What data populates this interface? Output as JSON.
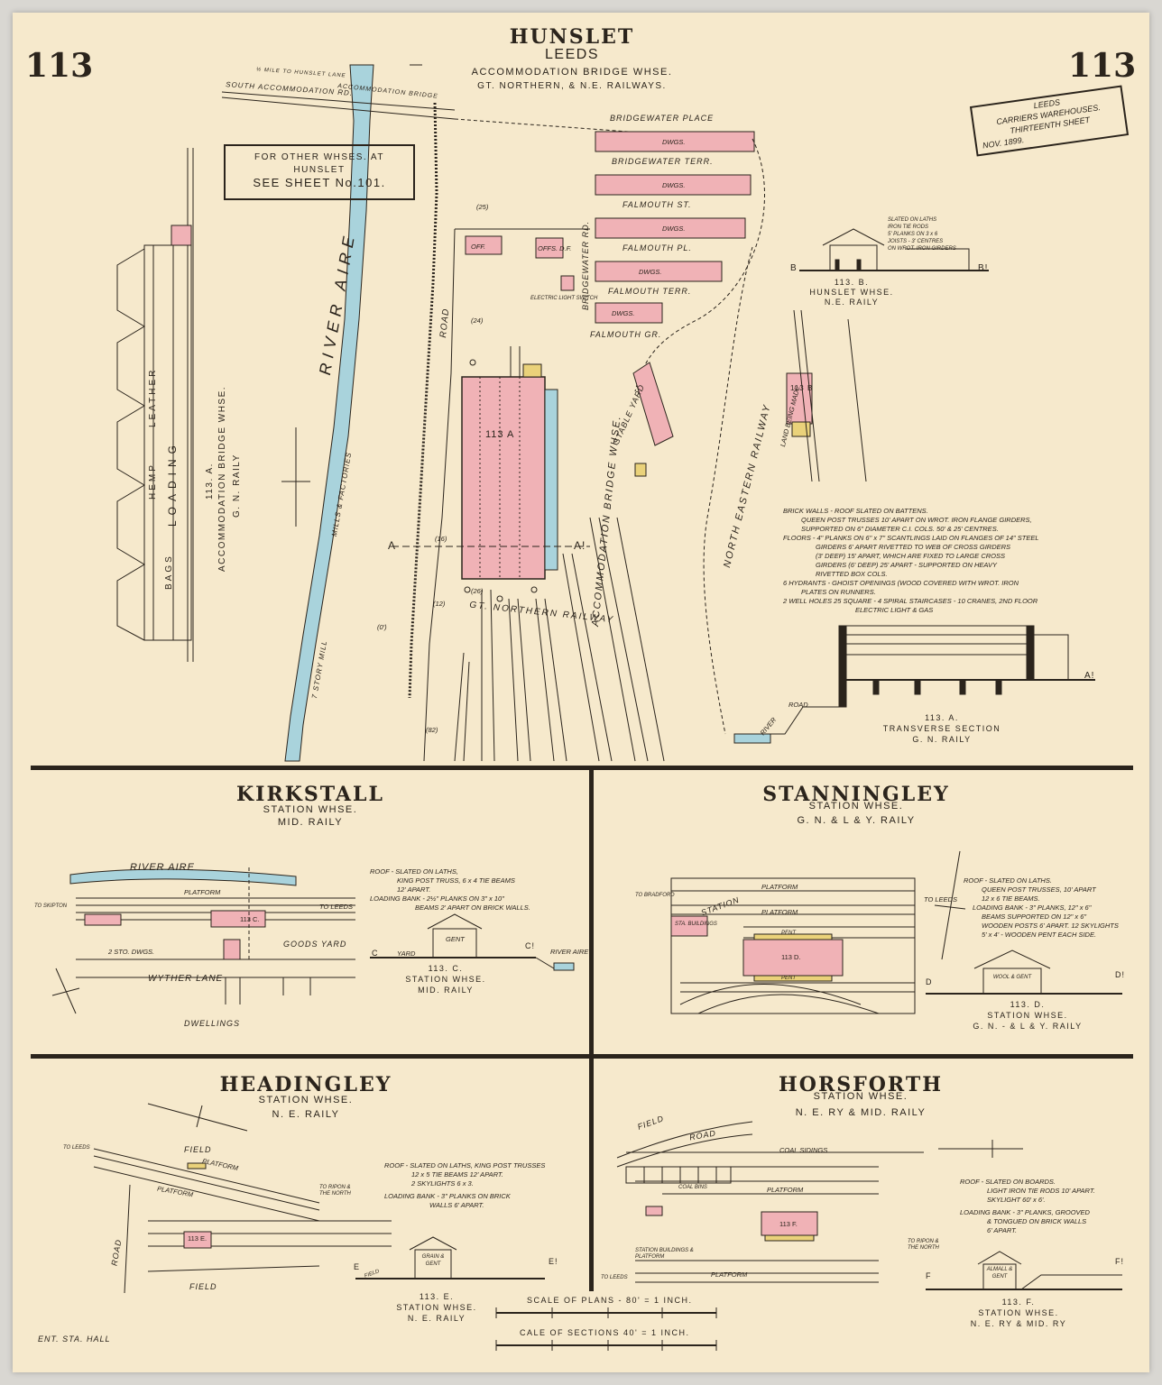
{
  "sheet_number": "113",
  "main": {
    "title": "HUNSLET",
    "subtitle": "LEEDS",
    "line1": "ACCOMMODATION BRIDGE WHSE.",
    "line2": "GT. NORTHERN, & N.E. RAILWAYS.",
    "leeds_box": [
      "LEEDS",
      "CARRIERS WAREHOUSES.",
      "THIRTEENTH SHEET",
      "NOV. 1899."
    ],
    "other_whses_box": [
      "FOR OTHER WHSES. AT",
      "HUNSLET",
      "SEE SHEET No.101."
    ],
    "streets": [
      "BRIDGEWATER PLACE",
      "BRIDGEWATER TERR.",
      "FALMOUTH ST.",
      "FALMOUTH PL.",
      "FALMOUTH TERR.",
      "FALMOUTH GR."
    ],
    "dwgs": "DWGS.",
    "labels": {
      "south_rd": "SOUTH ACCOMMODATION RD.",
      "acc_bridge": "ACCOMMODATION BRIDGE",
      "mile": "½ MILE TO HUNSLET LANE",
      "river": "RIVER AIRE",
      "road": "ROAD",
      "bridgewater_rd": "BRIDGEWATER RD.",
      "acc_whse": "ACCOMMODATION BRIDGE WHSE.",
      "stable": "STABLE YARD",
      "ner": "NORTH EASTERN RAILWAY",
      "land": "LAND BEING MADE",
      "gnr": "GT. NORTHERN RAILWAY",
      "mills": "MILLS & FACTORIES",
      "story": "7 STORY MILL",
      "bldg": "113 A",
      "bldg_b": "113 B",
      "off": "OFF.",
      "offs": "OFFS. D.F.",
      "elec": "ELECTRIC LIGHT SWITCH",
      "n25": "(25)",
      "n24": "(24)",
      "n26": "(26)",
      "n12": "(12)",
      "n82": "(82)",
      "n0": "(0')",
      "n16": "(16)",
      "sec_a": "A",
      "sec_a2": "A!"
    },
    "elevation_labels": [
      "BAGS",
      "HEMP",
      "LOADING",
      "LEATHER"
    ],
    "elevation_caption": [
      "113. A.",
      "ACCOMMODATION BRIDGE WHSE.",
      "G. N. RAILY"
    ],
    "section_b": {
      "note": [
        "SLATED ON LATHS",
        "IRON TIE RODS",
        "5' PLANKS ON 3 x 6",
        "JOISTS - 3' CENTRES",
        "ON WROT. IRON GIRDERS"
      ],
      "caption": [
        "113. B.",
        "HUNSLET WHSE.",
        "N.E. RAILY"
      ],
      "b": "B",
      "b2": "B!"
    },
    "notes": [
      "BRICK WALLS - ROOF SLATED ON BATTENS.",
      "QUEEN POST TRUSSES 10' APART ON WROT. IRON FLANGE GIRDERS,",
      "SUPPORTED ON 6\" DIAMETER C.I. COLS. 50' & 25' CENTRES.",
      "FLOORS - 4\" PLANKS ON 6\" x 7\" SCANTLINGS LAID ON FLANGES OF 14\" STEEL",
      "GIRDERS 6' APART RIVETTED TO WEB OF CROSS GIRDERS",
      "(3' DEEP) 15' APART, WHICH ARE FIXED TO LARGE CROSS",
      "GIRDERS (6' DEEP) 25' APART - SUPPORTED ON HEAVY",
      "RIVETTED BOX COLS.",
      "6 HYDRANTS - GHOIST OPENINGS (WOOD COVERED WITH WROT. IRON",
      "PLATES ON RUNNERS.",
      "2 WELL HOLES 25 SQUARE - 4 SPIRAL STAIRCASES - 10 CRANES, 2ND FLOOR",
      "ELECTRIC LIGHT & GAS"
    ],
    "transverse_caption": [
      "113. A.",
      "TRANSVERSE SECTION",
      "G. N. RAILY"
    ],
    "river_small": "RIVER",
    "road_small": "ROAD"
  },
  "kirkstall": {
    "title": "KIRKSTALL",
    "sub1": "STATION WHSE.",
    "sub2": "MID. RAILY",
    "river": "RIVER AIRE",
    "platform": "PLATFORM",
    "to_leeds": "TO LEEDS",
    "to_skipton": "TO SKIPTON",
    "goods_yard": "GOODS YARD",
    "wyther_lane": "WYTHER LANE",
    "dwellings": "DWELLINGS",
    "dwgs": "2 STO. DWGS.",
    "bldg": "113 C.",
    "notes": [
      "ROOF - SLATED ON LATHS,",
      "KING POST TRUSS, 6 x 4 TIE BEAMS",
      "12' APART.",
      "LOADING BANK - 2½\" PLANKS ON 3\" x 10\"",
      "BEAMS 2' APART ON BRICK WALLS."
    ],
    "caption": [
      "113. C.",
      "STATION WHSE.",
      "MID. RAILY"
    ],
    "c": "C",
    "c2": "C!",
    "yard": "YARD",
    "gent": "GENT",
    "river_small": "RIVER AIRE"
  },
  "stanningley": {
    "title": "STANNINGLEY",
    "sub1": "STATION WHSE.",
    "sub2": "G. N. & L & Y. RAILY",
    "platform": "PLATFORM",
    "station": "STATION",
    "to_bradford": "TO BRADFORD",
    "to_leeds": "TO LEEDS",
    "bldg": "113 D.",
    "pent": "PENT",
    "bldgs": "STA. BUILDINGS",
    "notes": [
      "ROOF - SLATED ON LATHS.",
      "QUEEN POST TRUSSES, 10' APART",
      "12 x 6 TIE BEAMS.",
      "LOADING BANK - 3\" PLANKS, 12\" x 6\"",
      "BEAMS SUPPORTED ON 12\" x 6\"",
      "WOODEN POSTS 6' APART. 12 SKYLIGHTS",
      "5' x 4' - WOODEN PENT EACH SIDE."
    ],
    "caption": [
      "113. D.",
      "STATION WHSE.",
      "G. N. - & L & Y. RAILY"
    ],
    "d": "D",
    "d2": "D!",
    "gent": "WOOL & GENT"
  },
  "headingley": {
    "title": "HEADINGLEY",
    "sub1": "STATION WHSE.",
    "sub2": "N. E. RAILY",
    "field": "FIELD",
    "field2": "FIELD",
    "road": "ROAD",
    "to_leeds": "TO LEEDS",
    "to_ripon": "TO RIPON & THE NORTH",
    "platform": "PLATFORM",
    "bldg": "113 E.",
    "notes": [
      "ROOF - SLATED ON LATHS, KING POST TRUSSES",
      "12 x 5 TIE BEAMS 12' APART.",
      "2 SKYLIGHTS 6 x 3.",
      "LOADING BANK - 3\" PLANKS ON BRICK",
      "WALLS 6' APART."
    ],
    "caption": [
      "113. E.",
      "STATION WHSE.",
      "N. E. RAILY"
    ],
    "e": "E",
    "e2": "E!",
    "gent": "GRAIN & GENT",
    "field_small": "FIELD"
  },
  "horsforth": {
    "title": "HORSFORTH",
    "sub1": "STATION WHSE.",
    "sub2": "N. E. RY & MID. RAILY",
    "field": "FIELD",
    "road": "ROAD",
    "coal_sidings": "COAL SIDINGS",
    "coal_bins": "COAL BINS",
    "platform": "PLATFORM",
    "platform2": "PLATFORM",
    "sta_bldgs": "STATION BUILDINGS & PLATFORM",
    "to_leeds": "TO LEEDS",
    "to_ripon": "TO RIPON & THE NORTH",
    "bldg": "113 F.",
    "notes": [
      "ROOF - SLATED ON BOARDS.",
      "LIGHT IRON TIE RODS 10' APART.",
      "SKYLIGHT 60' x 6'.",
      "LOADING BANK - 3\" PLANKS, GROOVED",
      "& TONGUED ON BRICK WALLS",
      "6' APART."
    ],
    "caption": [
      "113. F.",
      "STATION WHSE.",
      "N. E. RY & MID. RY"
    ],
    "f": "F",
    "f2": "F!",
    "gent": "ALMALL & GENT"
  },
  "scales": {
    "plans": "SCALE OF PLANS - 80' = 1 INCH.",
    "sections": "CALE OF SECTIONS 40' = 1 INCH."
  },
  "ent": "ENT. STA. HALL",
  "colors": {
    "paper": "#f6e9cc",
    "pink": "#f0b2b6",
    "blue": "#a9d3dc",
    "yellow": "#ead27a",
    "ink": "#2b241c"
  }
}
